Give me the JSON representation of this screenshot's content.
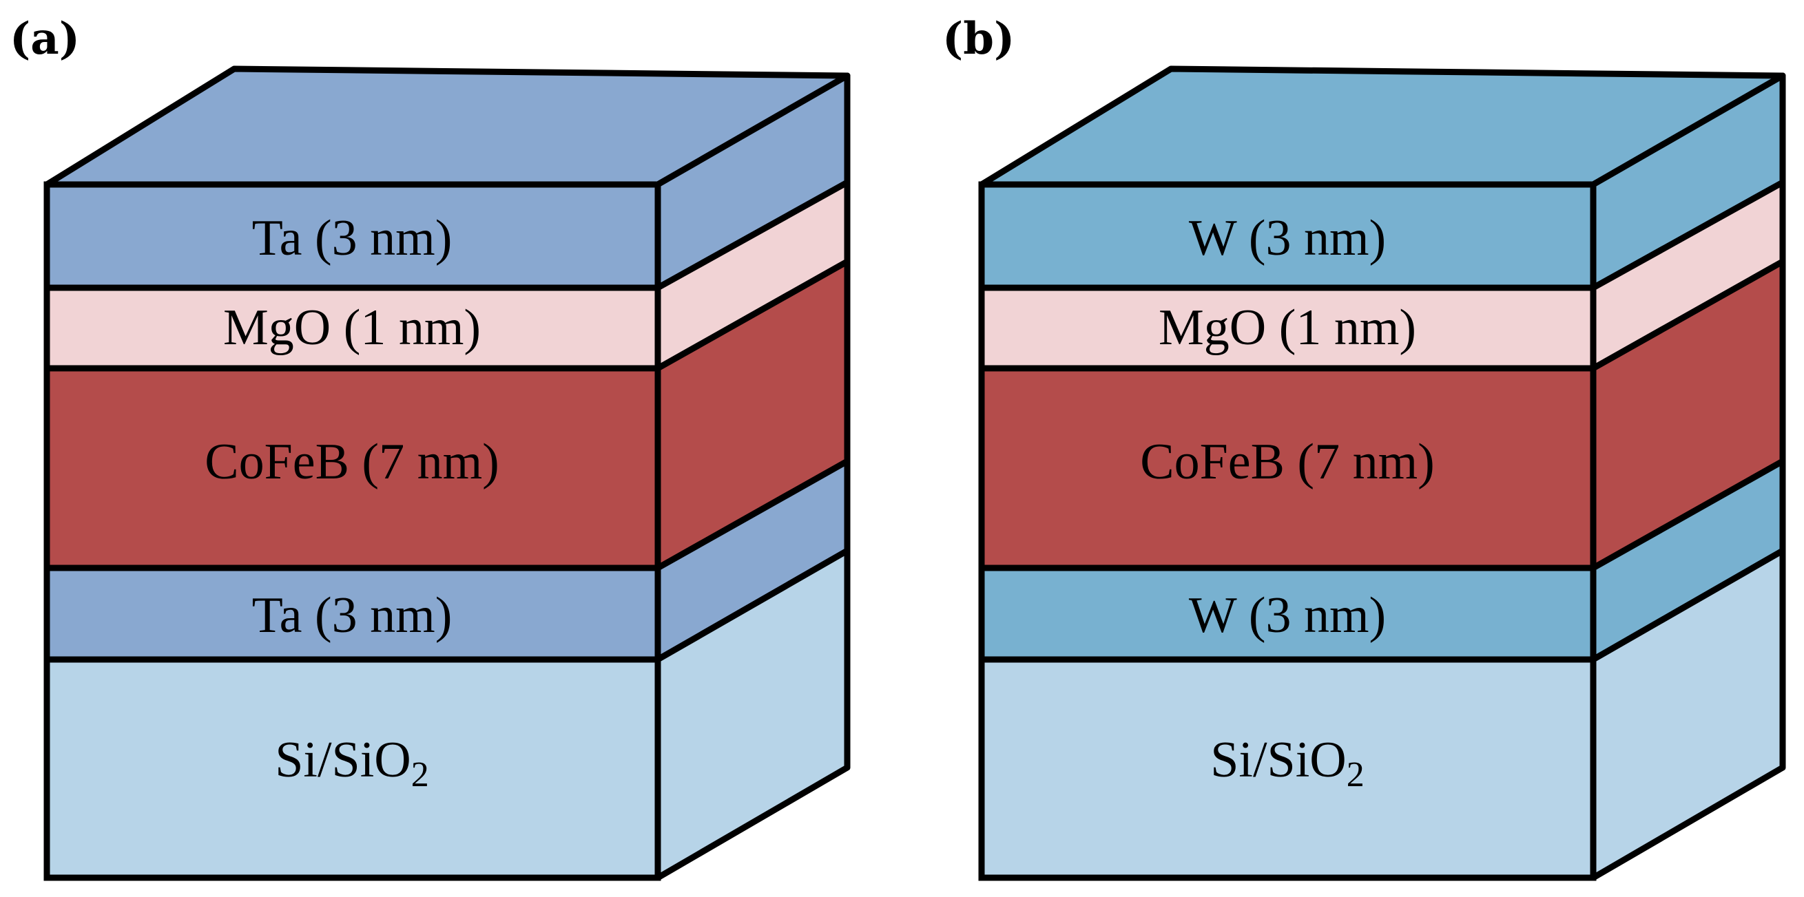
{
  "figure": {
    "panels": [
      {
        "label": "(a)",
        "layers": [
          {
            "text": "Ta (3 nm)",
            "color": "#89a8d0"
          },
          {
            "text": "MgO (1 nm)",
            "color": "#f1d3d5"
          },
          {
            "text": "CoFeB (7 nm)",
            "color": "#b44c4b"
          },
          {
            "text": "Ta (3 nm)",
            "color": "#89a8d0"
          },
          {
            "text": "Si/SiO",
            "sub": "2",
            "color": "#b7d4e8"
          }
        ]
      },
      {
        "label": "(b)",
        "layers": [
          {
            "text": "W (3 nm)",
            "color": "#78b1d0"
          },
          {
            "text": "MgO (1 nm)",
            "color": "#f1d3d5"
          },
          {
            "text": "CoFeB (7 nm)",
            "color": "#b44c4b"
          },
          {
            "text": "W (3 nm)",
            "color": "#78b1d0"
          },
          {
            "text": "Si/SiO",
            "sub": "2",
            "color": "#b7d4e8"
          }
        ]
      }
    ],
    "stroke_color": "#000000"
  }
}
